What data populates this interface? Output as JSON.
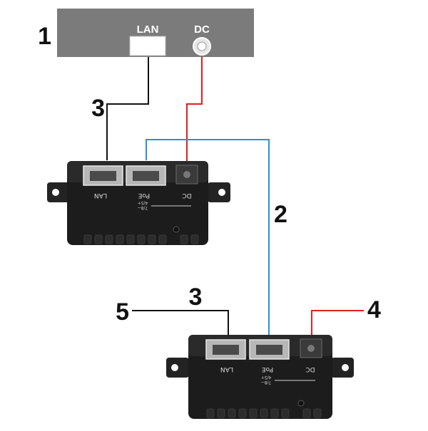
{
  "source_device": {
    "number": "1",
    "lan_label": "LAN",
    "dc_label": "DC"
  },
  "cable_labels": {
    "lan_cable_top": "3",
    "poe_cable": "2",
    "lan_cable_bottom": "3",
    "dc_output": "4",
    "lan_output": "5"
  },
  "injector": {
    "lan_label": "LAN",
    "poe_label": "PoE",
    "dc_label": "DC",
    "pin_top": "4/5+",
    "pin_bottom": "7/8−"
  },
  "splitter": {
    "lan_label": "LAN",
    "poe_label": "PoE",
    "dc_label": "DC",
    "pin_top": "4/5+",
    "pin_bottom": "7/8−"
  },
  "colors": {
    "data_cable": "#111111",
    "power_cable": "#e02020",
    "poe_cable": "#2f8fd8",
    "device_gray": "#7b7b7b",
    "box_black": "#1c1c1c"
  }
}
